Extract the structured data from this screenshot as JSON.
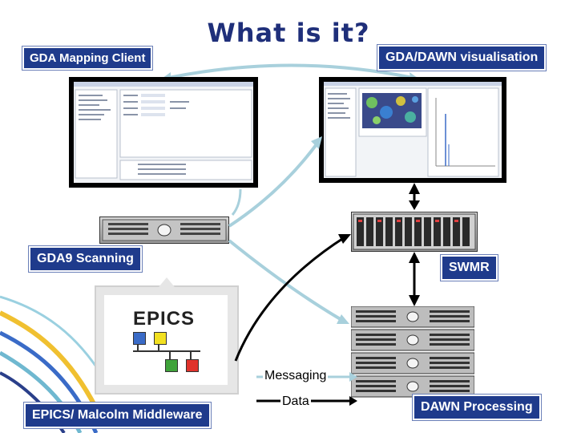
{
  "title": "What is it?",
  "labels": {
    "mapping_client": "GDA Mapping Client",
    "dawn_visualisation": "GDA/DAWN visualisation",
    "gda9_scanning": "GDA9 Scanning",
    "swmr": "SWMR",
    "epics_middleware": "EPICS/ Malcolm Middleware",
    "dawn_processing": "DAWN Processing",
    "messaging": "Messaging",
    "data": "Data",
    "epics_logo": "EPICS"
  },
  "colors": {
    "label_bg": "#1f3b8c",
    "title": "#1f2f7a",
    "arrow": "#a8d0dc",
    "epics_blue": "#3a6bc7",
    "epics_yellow": "#f2e020",
    "epics_green": "#3fa33a",
    "epics_red": "#e0322b"
  }
}
